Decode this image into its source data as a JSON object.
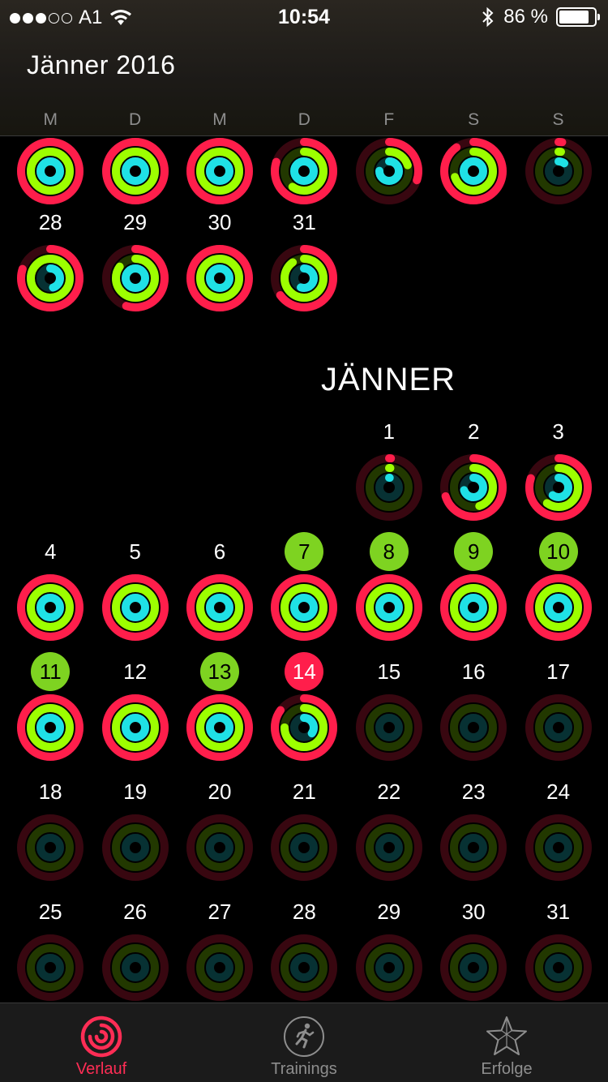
{
  "status_bar": {
    "carrier": "A1",
    "signal_bars": 3,
    "time": "10:54",
    "battery": "86 %",
    "battery_level": 0.86
  },
  "header": {
    "title": "Jänner 2016",
    "weekdays": [
      "M",
      "D",
      "M",
      "D",
      "F",
      "S",
      "S"
    ]
  },
  "colors": {
    "move": "#ff1e4b",
    "exercise": "#9dff00",
    "stand": "#1fe1e6",
    "goal_badge": "#7ed321",
    "today_badge": "#ff1e4b",
    "tab_active": "#ff2d55"
  },
  "december": {
    "partial_week": [
      {
        "day": "",
        "move": 1.0,
        "exercise": 1.0,
        "stand": 1.0
      },
      {
        "day": "",
        "move": 1.0,
        "exercise": 1.0,
        "stand": 1.0
      },
      {
        "day": "",
        "move": 1.0,
        "exercise": 1.0,
        "stand": 1.0
      },
      {
        "day": "",
        "move": 0.8,
        "exercise": 0.6,
        "stand": 1.0
      },
      {
        "day": "",
        "move": 0.3,
        "exercise": 0.2,
        "stand": 0.75
      },
      {
        "day": "",
        "move": 0.9,
        "exercise": 0.7,
        "stand": 1.0
      },
      {
        "day": "",
        "move": 0.02,
        "exercise": 0.02,
        "stand": 0.1
      }
    ],
    "last_week": [
      {
        "day": "28",
        "move": 0.8,
        "exercise": 1.0,
        "stand": 0.45
      },
      {
        "day": "29",
        "move": 0.55,
        "exercise": 0.85,
        "stand": 1.0
      },
      {
        "day": "30",
        "move": 1.0,
        "exercise": 1.0,
        "stand": 1.0
      },
      {
        "day": "31",
        "move": 0.65,
        "exercise": 0.9,
        "stand": 0.55
      }
    ]
  },
  "month_title": "JÄNNER",
  "weeks": [
    [
      {
        "day": "",
        "empty": true
      },
      {
        "day": "",
        "empty": true
      },
      {
        "day": "",
        "empty": true
      },
      {
        "day": "",
        "empty": true
      },
      {
        "day": "1",
        "move": 0.01,
        "exercise": 0.01,
        "stand": 0.01
      },
      {
        "day": "2",
        "move": 0.7,
        "exercise": 0.45,
        "stand": 0.7
      },
      {
        "day": "3",
        "move": 0.8,
        "exercise": 0.6,
        "stand": 0.6
      }
    ],
    [
      {
        "day": "4",
        "move": 1.0,
        "exercise": 1.0,
        "stand": 1.0
      },
      {
        "day": "5",
        "move": 1.0,
        "exercise": 1.0,
        "stand": 1.0
      },
      {
        "day": "6",
        "move": 1.0,
        "exercise": 1.0,
        "stand": 1.0
      },
      {
        "day": "7",
        "move": 1.0,
        "exercise": 1.0,
        "stand": 1.0,
        "goal": true
      },
      {
        "day": "8",
        "move": 1.0,
        "exercise": 1.0,
        "stand": 1.0,
        "goal": true
      },
      {
        "day": "9",
        "move": 1.0,
        "exercise": 1.0,
        "stand": 1.0,
        "goal": true
      },
      {
        "day": "10",
        "move": 1.0,
        "exercise": 1.0,
        "stand": 1.0,
        "goal": true
      }
    ],
    [
      {
        "day": "11",
        "move": 1.0,
        "exercise": 1.0,
        "stand": 1.0,
        "goal": true
      },
      {
        "day": "12",
        "move": 1.0,
        "exercise": 1.0,
        "stand": 1.0
      },
      {
        "day": "13",
        "move": 1.0,
        "exercise": 1.0,
        "stand": 1.0,
        "goal": true
      },
      {
        "day": "14",
        "move": 0.85,
        "exercise": 0.75,
        "stand": 0.35,
        "today": true
      },
      {
        "day": "15",
        "move": 0,
        "exercise": 0,
        "stand": 0
      },
      {
        "day": "16",
        "move": 0,
        "exercise": 0,
        "stand": 0
      },
      {
        "day": "17",
        "move": 0,
        "exercise": 0,
        "stand": 0
      }
    ],
    [
      {
        "day": "18",
        "move": 0,
        "exercise": 0,
        "stand": 0
      },
      {
        "day": "19",
        "move": 0,
        "exercise": 0,
        "stand": 0
      },
      {
        "day": "20",
        "move": 0,
        "exercise": 0,
        "stand": 0
      },
      {
        "day": "21",
        "move": 0,
        "exercise": 0,
        "stand": 0
      },
      {
        "day": "22",
        "move": 0,
        "exercise": 0,
        "stand": 0
      },
      {
        "day": "23",
        "move": 0,
        "exercise": 0,
        "stand": 0
      },
      {
        "day": "24",
        "move": 0,
        "exercise": 0,
        "stand": 0
      }
    ],
    [
      {
        "day": "25",
        "move": 0,
        "exercise": 0,
        "stand": 0
      },
      {
        "day": "26",
        "move": 0,
        "exercise": 0,
        "stand": 0
      },
      {
        "day": "27",
        "move": 0,
        "exercise": 0,
        "stand": 0
      },
      {
        "day": "28",
        "move": 0,
        "exercise": 0,
        "stand": 0
      },
      {
        "day": "29",
        "move": 0,
        "exercise": 0,
        "stand": 0
      },
      {
        "day": "30",
        "move": 0,
        "exercise": 0,
        "stand": 0
      },
      {
        "day": "31",
        "move": 0,
        "exercise": 0,
        "stand": 0
      }
    ]
  ],
  "tabbar": {
    "tabs": [
      {
        "label": "Verlauf",
        "icon": "activity-rings-icon",
        "active": true
      },
      {
        "label": "Trainings",
        "icon": "running-figure-icon",
        "active": false
      },
      {
        "label": "Erfolge",
        "icon": "star-icon",
        "active": false
      }
    ]
  }
}
